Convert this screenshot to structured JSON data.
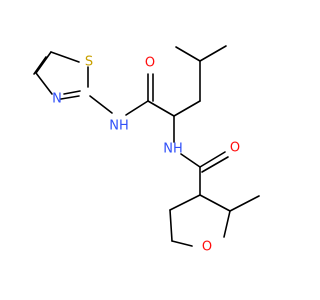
{
  "molecule": {
    "colors": {
      "bond": "#000000",
      "nitrogen": "#3050f8",
      "oxygen": "#ff0d0d",
      "sulfur": "#c8a000"
    },
    "atoms": {
      "s1": "S",
      "n_thiazole": "N",
      "nh_amide_1": "NH",
      "o_carbonyl_1": "O",
      "nh_amide_2": "NH",
      "o_carbonyl_2": "O",
      "o_ring": "O"
    }
  }
}
